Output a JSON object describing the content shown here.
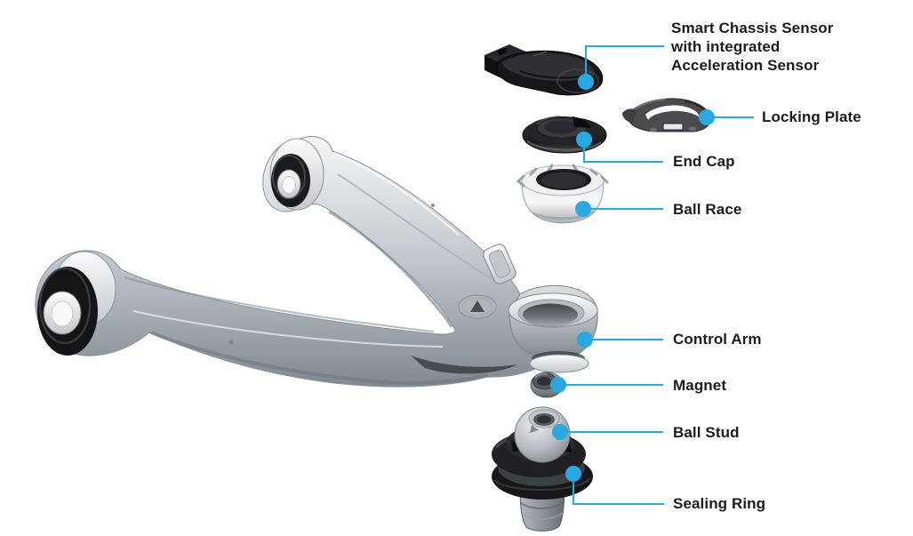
{
  "diagram": {
    "type": "exploded-parts-diagram",
    "subject": "Control arm ball joint with smart chassis sensor",
    "background_color": "#ffffff",
    "accent_color": "#29a8e1",
    "text_color": "#1c1c1c"
  },
  "callouts": [
    {
      "id": "smart-chassis-sensor",
      "label": "Smart Chassis Sensor\nwith integrated\nAcceleration Sensor"
    },
    {
      "id": "locking-plate",
      "label": "Locking Plate"
    },
    {
      "id": "end-cap",
      "label": "End Cap"
    },
    {
      "id": "ball-race",
      "label": "Ball Race"
    },
    {
      "id": "control-arm",
      "label": "Control Arm"
    },
    {
      "id": "magnet",
      "label": "Magnet"
    },
    {
      "id": "ball-stud",
      "label": "Ball Stud"
    },
    {
      "id": "sealing-ring",
      "label": "Sealing Ring"
    }
  ]
}
